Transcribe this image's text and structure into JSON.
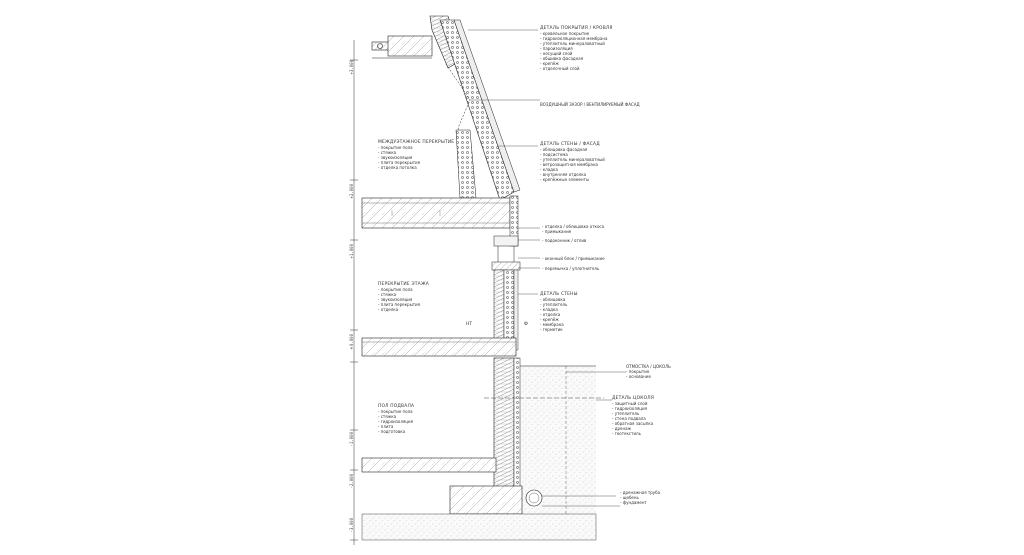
{
  "drawing": {
    "colors": {
      "line": "#1a1a1a",
      "hatch": "#555555",
      "soil": "#bbbbbb",
      "paper": "#ffffff"
    },
    "note_blocks": [
      {
        "id": "roof-buildup",
        "head": "ДЕТАЛЬ ПОКРЫТИЯ / КРОВЛЯ",
        "lines": [
          "- кровельное покрытие",
          "- гидроизоляционная мембрана",
          "- утеплитель минераловатный",
          "- пароизоляция",
          "- несущий слой",
          "- обшивка фасадная",
          "- крепёж",
          "- отделочный слой"
        ]
      },
      {
        "id": "top-callout",
        "head": "",
        "lines": [
          "ВОЗДУШНЫЙ ЗАЗОР / ВЕНТИЛИРУЕМЫЙ ФАСАД"
        ]
      },
      {
        "id": "upper-wall",
        "head": "ДЕТАЛЬ СТЕНЫ / ФАСАД",
        "lines": [
          "- облицовка фасадная",
          "- подсистема",
          "- утеплитель минераловатный",
          "- ветрозащитная мембрана",
          "- кладка",
          "- внутренняя отделка",
          "- крепёжные элементы"
        ]
      },
      {
        "id": "upper-floor",
        "head": "МЕЖДУЭТАЖНОЕ ПЕРЕКРЫТИЕ",
        "lines": [
          "- покрытие пола",
          "- стяжка",
          "- звукоизоляция",
          "- плита перекрытия",
          "- отделка потолка"
        ]
      },
      {
        "id": "mid-callout-1",
        "head": "",
        "lines": [
          "- отделка / облицовка откоса",
          "- примыкание"
        ]
      },
      {
        "id": "mid-callout-2",
        "head": "",
        "lines": [
          "- подоконник / отлив"
        ]
      },
      {
        "id": "mid-callout-3",
        "head": "",
        "lines": [
          "- оконный блок / примыкание"
        ]
      },
      {
        "id": "mid-callout-4",
        "head": "",
        "lines": [
          "- перемычка / уплотнитель"
        ]
      },
      {
        "id": "middle-floor",
        "head": "ПЕРЕКРЫТИЕ ЭТАЖА",
        "lines": [
          "- покрытие пола",
          "- стяжка",
          "- звукоизоляция",
          "- плита перекрытия",
          "- отделка"
        ]
      },
      {
        "id": "middle-wall",
        "head": "ДЕТАЛЬ СТЕНЫ",
        "lines": [
          "- облицовка",
          "- утеплитель",
          "- кладка",
          "- отделка",
          "- крепёж",
          "- мембрана",
          "- герметик"
        ]
      },
      {
        "id": "cap-callout",
        "head": "",
        "lines": [
          "ОТМОСТКА / ЦОКОЛЬ",
          "- покрытие",
          "- основание"
        ]
      },
      {
        "id": "basement-wall",
        "head": "ДЕТАЛЬ ЦОКОЛЯ",
        "lines": [
          "- защитный слой",
          "- гидроизоляция",
          "- утеплитель",
          "- стена подвала",
          "- обратная засыпка",
          "- дренаж",
          "- геотекстиль"
        ]
      },
      {
        "id": "basement-floor",
        "head": "ПОЛ ПОДВАЛА",
        "lines": [
          "- покрытие пола",
          "- стяжка",
          "- гидроизоляция",
          "- плита",
          "- подготовка"
        ]
      },
      {
        "id": "footing-callout",
        "head": "",
        "lines": [
          "- дренажная труба",
          "- щебень",
          "- фундамент"
        ]
      }
    ],
    "dimension_labels": [
      "+3.000",
      "+2.000",
      "+1.000",
      "±0.000",
      "-1.000",
      "-2.000",
      "-3.000"
    ],
    "tags": [
      "НТ",
      "Ф"
    ]
  }
}
